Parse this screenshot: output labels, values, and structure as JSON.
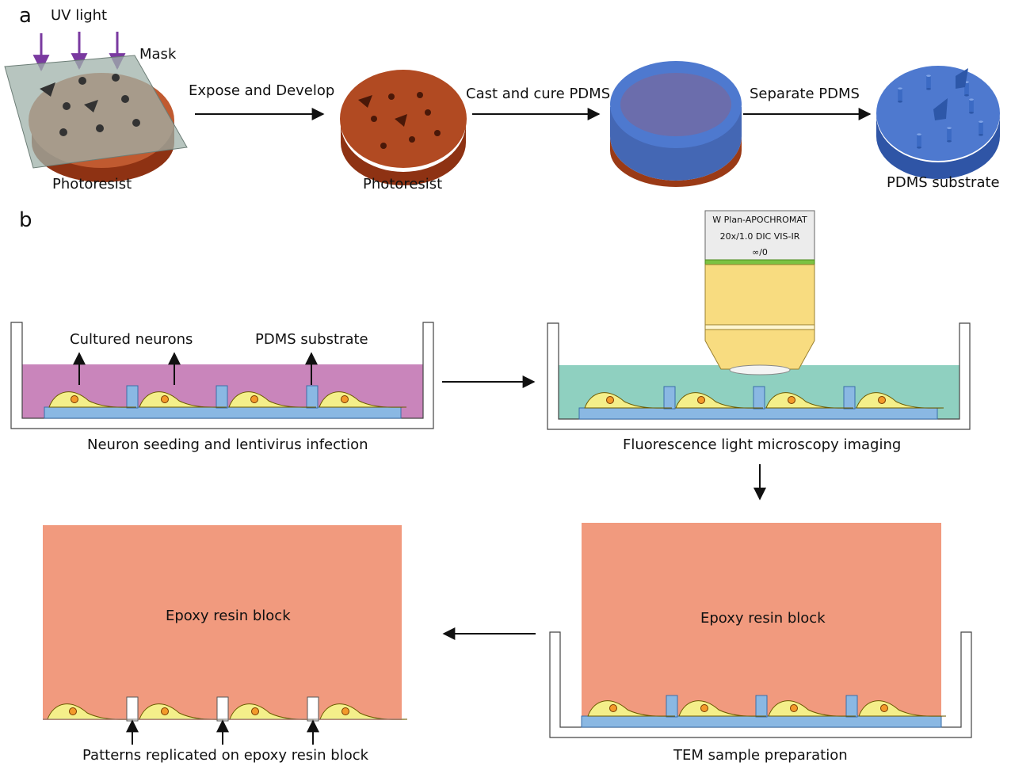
{
  "panel_a": {
    "label": "a",
    "uv_light": "UV light",
    "mask": "Mask",
    "step1": "Expose and Develop",
    "step2": "Cast and cure PDMS",
    "step3": "Separate PDMS",
    "photoresist_1": "Photoresist",
    "photoresist_2": "Photoresist",
    "pdms_substrate": "PDMS substrate"
  },
  "panel_b": {
    "label": "b",
    "objective": {
      "line1": "W Plan-APOCHROMAT",
      "line2": "20x/1.0 DIC VIS-IR",
      "line3": "∞/0"
    },
    "cultured_neurons": "Cultured neurons",
    "pdms_substrate": "PDMS substrate",
    "caption_seeding": "Neuron seeding and lentivirus infection",
    "caption_fluorescence": "Fluorescence light microscopy imaging",
    "epoxy_block_left": "Epoxy resin block",
    "epoxy_block_right": "Epoxy resin block",
    "caption_patterns": "Patterns replicated on epoxy resin block",
    "caption_tem": "TEM sample preparation"
  },
  "colors": {
    "photoresist": "#a9401e",
    "pdms": "#3f6fc6",
    "medium_purple": "#c985bb",
    "medium_teal": "#8fd0c0",
    "substrate_blue": "#8ab8e3",
    "cell_yellow": "#f4ef8a",
    "nucleus_orange": "#f39a2a",
    "epoxy": "#f19a7e",
    "objective_yellow": "#f8dc80",
    "objective_green": "#7cc242",
    "uv_arrow": "#7a3aa0"
  }
}
